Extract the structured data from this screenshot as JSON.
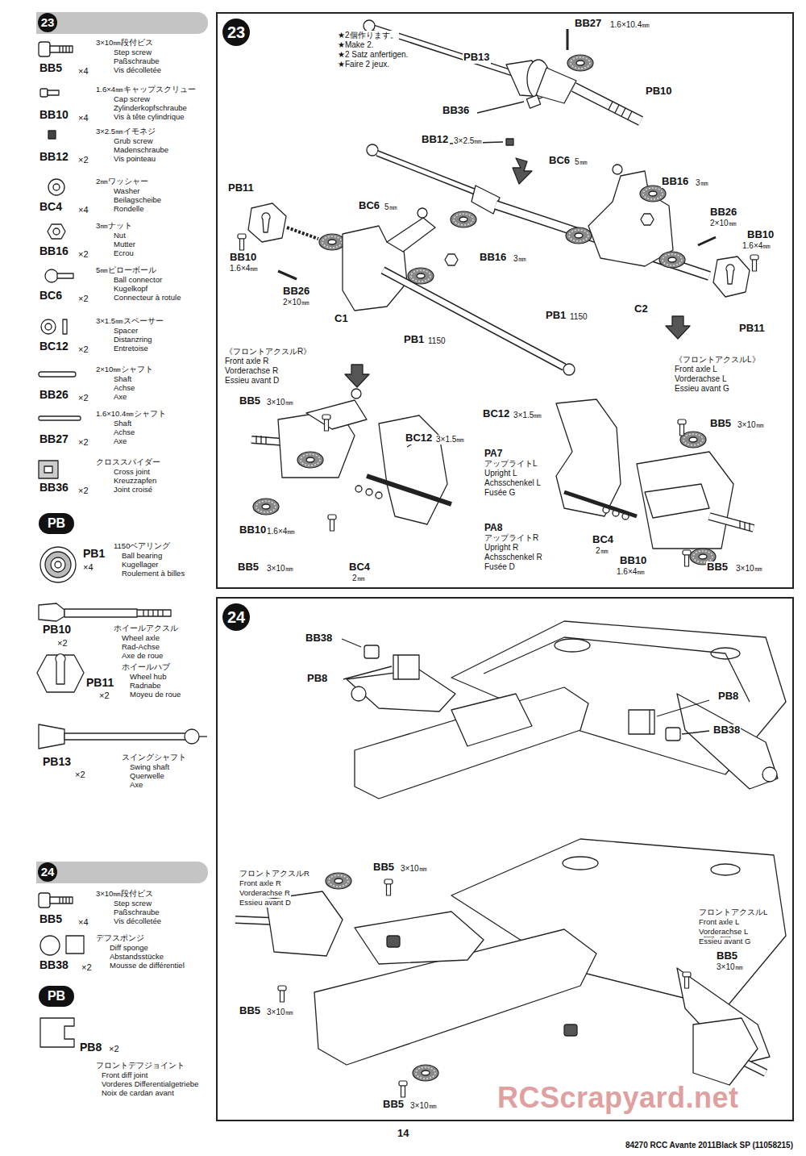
{
  "diagram": {
    "nodes": [
      {
        "text": [
          "23"
        ]
      },
      {
        "text": [
          "PB"
        ]
      },
      {
        "text": [
          "24"
        ]
      },
      {
        "text": [
          "PB"
        ]
      },
      {
        "text": [
          "23"
        ]
      },
      {
        "text": [
          "24"
        ]
      }
    ],
    "labels": [
      "BB5",
      "×4",
      "3×10㎜段付ビス",
      "Step screw",
      "Paßschraube",
      "Vis décolletée",
      "BB10",
      "×4",
      "1.6×4㎜キャップスクリュー",
      "Cap screw",
      "Zylinderkopfschraube",
      "Vis à tête cylindrique",
      "BB12",
      "×2",
      "3×2.5㎜イモネジ",
      "Grub screw",
      "Madenschraube",
      "Vis pointeau",
      "BC4",
      "×4",
      "2㎜ワッシャー",
      "Washer",
      "Beilagscheibe",
      "Rondelle",
      "BB16",
      "×2",
      "3㎜ナット",
      "Nut",
      "Mutter",
      "Ecrou",
      "BC6",
      "×2",
      "5㎜ピローボール",
      "Ball connector",
      "Kugelkopf",
      "Connecteur à rotule",
      "BC12",
      "×2",
      "3×1.5㎜スペーサー",
      "Spacer",
      "Distanzring",
      "Entretoise",
      "BB26",
      "×2",
      "2×10㎜シャフト",
      "Shaft",
      "Achse",
      "Axe",
      "BB27",
      "×2",
      "1.6×10.4㎜シャフト",
      "Shaft",
      "Achse",
      "Axe",
      "BB36",
      "×2",
      "クロススパイダー",
      "Cross joint",
      "Kreuzzapfen",
      "Joint croisé",
      "PB1",
      "×4",
      "1150ベアリング",
      "Ball bearing",
      "Kugellager",
      "Roulement à billes",
      "PB10",
      "×2",
      "ホイールアクスル",
      "Wheel axle",
      "Rad-Achse",
      "Axe de roue",
      "PB11",
      "×2",
      "ホイールハブ",
      "Wheel hub",
      "Radnabe",
      "Moyeu de roue",
      "PB13",
      "×2",
      "スイングシャフト",
      "Swing shaft",
      "Querwelle",
      "Axe",
      "BB5",
      "×4",
      "3×10㎜段付ビス",
      "Step screw",
      "Paßschraube",
      "Vis décolletée",
      "BB38",
      "×2",
      "デフスポンジ",
      "Diff sponge",
      "Abstandsstücke",
      "Mousse de différentiel",
      "PB8",
      "×2",
      "フロントデフジョイント",
      "Front diff joint",
      "Vorderes Differentialgetriebe",
      "Noix de cardan avant",
      "BB27",
      "1.6×10.4㎜",
      "★2個作ります。",
      "★Make 2.",
      "★2 Satz anfertigen.",
      "★Faire 2 jeux.",
      "PB13",
      "PB10",
      "BB36",
      "BB12",
      "3×2.5㎜",
      "BC6",
      "5㎜",
      "BB16",
      "3㎜",
      "BB26",
      "2×10㎜",
      "BB10",
      "1.6×4㎜",
      "PB11",
      "BC6",
      "5㎜",
      "BB10",
      "1.6×4㎜",
      "BB16",
      "3㎜",
      "BB26",
      "2×10㎜",
      "C1",
      "PB1",
      "1150",
      "PB1",
      "1150",
      "C2",
      "PB11",
      "《フロントアクスルR》",
      "Front axle R",
      "Vorderachse R",
      "Essieu avant D",
      "《フロントアクスルL》",
      "Front axle L",
      "Vorderachse L",
      "Essieu avant G",
      "BB5",
      "3×10㎜",
      "BC12",
      "3×1.5㎜",
      "BC12",
      "3×1.5㎜",
      "PA7",
      "アップライトL",
      "Upright L",
      "Achsschenkel L",
      "Fusée G",
      "BB5",
      "3×10㎜",
      "PA8",
      "アップライトR",
      "Upright R",
      "Achsschenkel R",
      "Fusée D",
      "BB10",
      "1.6×4㎜",
      "BB5",
      "3×10㎜",
      "BC4",
      "2㎜",
      "BC4",
      "2㎜",
      "BB10",
      "1.6×4㎜",
      "BB5",
      "3×10㎜",
      "BB38",
      "PB8",
      "PB8",
      "BB38",
      "フロントアクスルR",
      "Front axle R",
      "Vorderachse R",
      "Essieu avant D",
      "BB5",
      "3×10㎜",
      "フロントアクスルL",
      "Front axle L",
      "Vorderachse L",
      "Essieu avant G",
      "BB5",
      "3×10㎜",
      "BB5",
      "3×10㎜",
      "BB5",
      "3×10㎜",
      "14",
      "84270 RCC Avante 2011Black SP (11058215)",
      "RCScrapyard.net"
    ]
  }
}
